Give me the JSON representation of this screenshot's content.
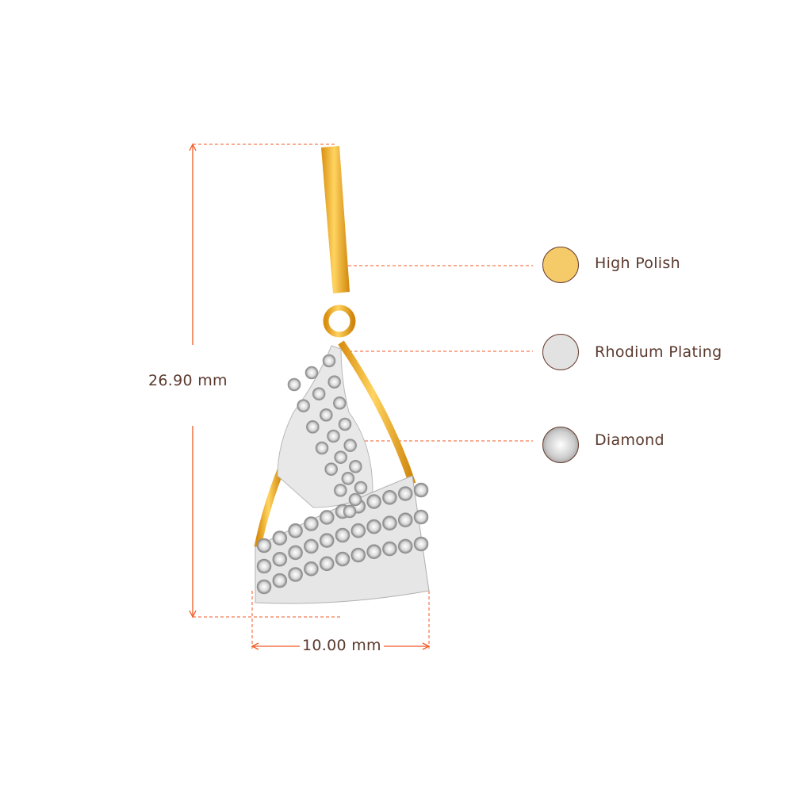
{
  "dimensions": {
    "height_label": "26.90 mm",
    "width_label": "10.00 mm"
  },
  "legend": [
    {
      "label": "High Polish",
      "icon": "gold-swatch-icon",
      "color": "#f5cb6a"
    },
    {
      "label": "Rhodium Plating",
      "icon": "silver-swatch-icon",
      "color": "#e2e2e2"
    },
    {
      "label": "Diamond",
      "icon": "diamond-swatch-icon",
      "color": "#d8d8d8"
    }
  ],
  "colors": {
    "dimension_line": "#f15a24",
    "text": "#5b3a2e",
    "gold": "#f0b52a"
  }
}
